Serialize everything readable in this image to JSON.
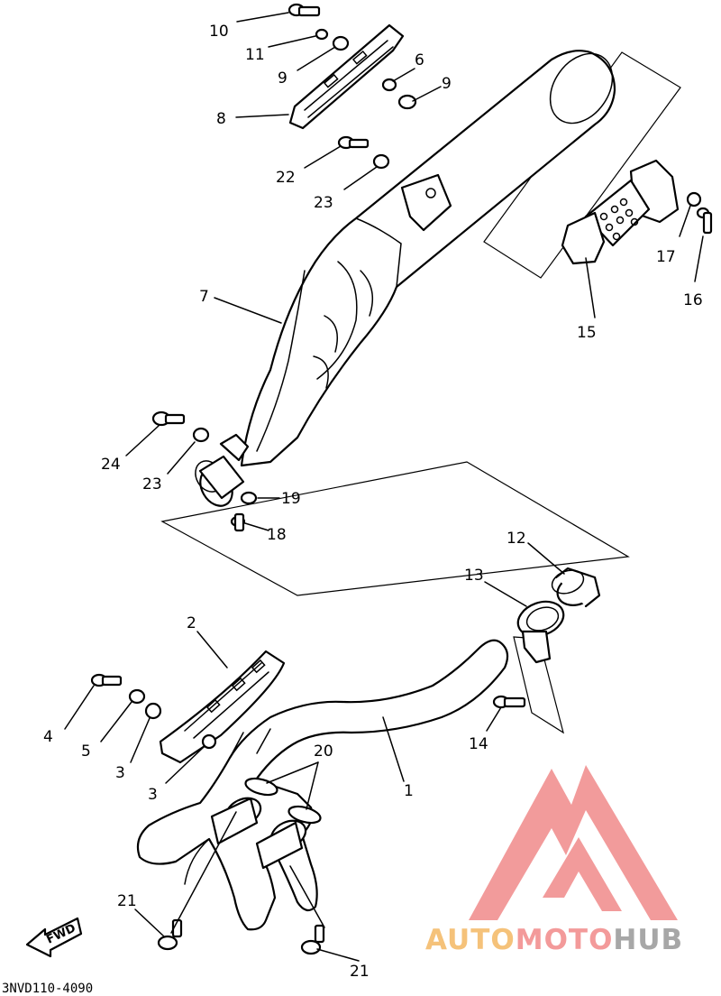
{
  "diagram": {
    "part_code": "3NVD110-4090",
    "fwd_label": "FWD",
    "callouts": {
      "c1": "1",
      "c2": "2",
      "c3a": "3",
      "c3b": "3",
      "c4": "4",
      "c5": "5",
      "c6": "6",
      "c7": "7",
      "c8": "8",
      "c9a": "9",
      "c9b": "9",
      "c10": "10",
      "c11": "11",
      "c12": "12",
      "c13": "13",
      "c14": "14",
      "c15": "15",
      "c16": "16",
      "c17": "17",
      "c18": "18",
      "c19": "19",
      "c20": "20",
      "c21a": "21",
      "c21b": "21",
      "c22": "22",
      "c23a": "23",
      "c23b": "23",
      "c24": "24"
    }
  },
  "watermark": {
    "text_auto": "AUTO",
    "text_moto": "MOTO",
    "text_hub": "HUB",
    "color_auto": "#f5c27a",
    "color_moto": "#f39a9a",
    "color_hub": "#a7a7a7",
    "logo_color": "#f08a8a"
  }
}
